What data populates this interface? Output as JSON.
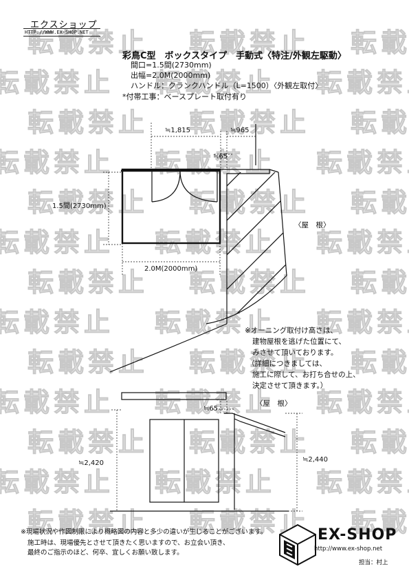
{
  "header": {
    "shop_name": "エクスショップ",
    "url": "HTTP://WWW.EX-SHOP.NET"
  },
  "watermark": {
    "text": "転載禁止"
  },
  "product": {
    "title": "彩鳥C型　ボックスタイプ　手動式〈特注/外観左駆動〉",
    "specs": [
      "間口=1.5間(2730mm)",
      "出幅=2.0M(2000mm)",
      "ハンドル：クランクハンドル（L=1500）〈外観左取付〉",
      "*付帯工事：ベースプレート取付有り"
    ]
  },
  "plan_view": {
    "dims": {
      "d1815": "≒1,815",
      "d965": "≒965",
      "d65": "≒65",
      "width": "1.5間(2730mm)",
      "depth": "2.0M(2000mm)"
    },
    "roof_label": "〈屋　根〉"
  },
  "notes": [
    "※オーニング取付け高さは、",
    "建物屋根を逃げた位置にて、",
    "みさせて頂いております。",
    "（詳細につきましては、",
    "施工に際して、お打ち合せの上、",
    "決定させて頂きます。）"
  ],
  "elevation_view": {
    "roof_label": "〈屋　根〉",
    "dims": {
      "d65": "≒65",
      "h2420": "≒2,420",
      "h2440": "≒2,440"
    }
  },
  "footer": {
    "lines": [
      "※現場状況や作図制限により概略図の内容と多少の違いが生じることがございます。",
      "施工時は、現場優先とさせて頂きたく思いますので、お立会い頂き、",
      "最終のご指示のほど、何卒、宜しくお願い致します。"
    ],
    "brand": "EX-SHOP",
    "site_url": "http://www.ex-shop.net",
    "staff": "担当：村上",
    "logo_icon": "ex-shop-cube-logo"
  }
}
